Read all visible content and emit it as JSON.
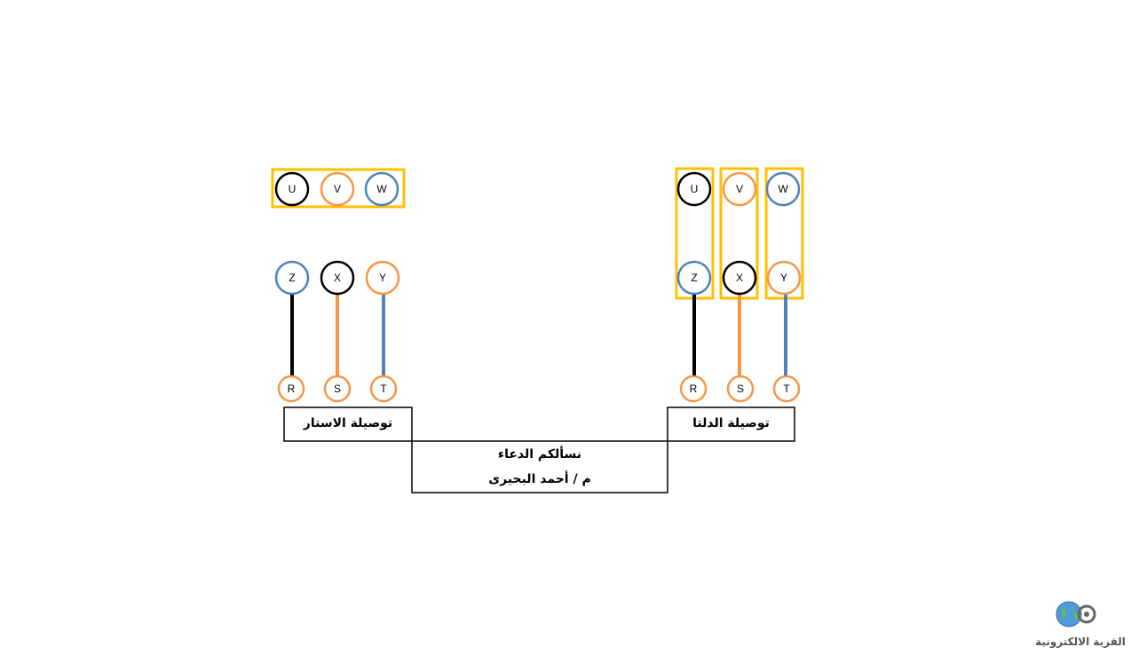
{
  "colors": {
    "frame": "#ffc000",
    "black": "#000000",
    "orange": "#f79646",
    "blue": "#4f81bd"
  },
  "star": {
    "caption": "توصيلة الاستار",
    "top_terminals": [
      {
        "label": "U",
        "color": "black"
      },
      {
        "label": "V",
        "color": "orange"
      },
      {
        "label": "W",
        "color": "blue"
      }
    ],
    "mid_terminals": [
      {
        "label": "Z",
        "color": "blue"
      },
      {
        "label": "X",
        "color": "black"
      },
      {
        "label": "Y",
        "color": "orange"
      }
    ],
    "supply_terminals": [
      {
        "label": "R",
        "color": "orange"
      },
      {
        "label": "S",
        "color": "orange"
      },
      {
        "label": "T",
        "color": "orange"
      }
    ],
    "wire_colors": [
      "black",
      "orange",
      "blue"
    ]
  },
  "delta": {
    "caption": "توصيلة الدلتا",
    "top_terminals": [
      {
        "label": "U",
        "color": "black"
      },
      {
        "label": "V",
        "color": "orange"
      },
      {
        "label": "W",
        "color": "blue"
      }
    ],
    "mid_terminals": [
      {
        "label": "Z",
        "color": "blue"
      },
      {
        "label": "X",
        "color": "black"
      },
      {
        "label": "Y",
        "color": "orange"
      }
    ],
    "supply_terminals": [
      {
        "label": "R",
        "color": "orange"
      },
      {
        "label": "S",
        "color": "orange"
      },
      {
        "label": "T",
        "color": "orange"
      }
    ],
    "wire_colors": [
      "black",
      "orange",
      "blue"
    ]
  },
  "footer": {
    "line1": "نسألكم الدعاء",
    "line2": "م / أحمد البحيرى"
  },
  "logo": {
    "text": "القرية الالكترونية",
    "icon": "globe-gear-icon"
  }
}
